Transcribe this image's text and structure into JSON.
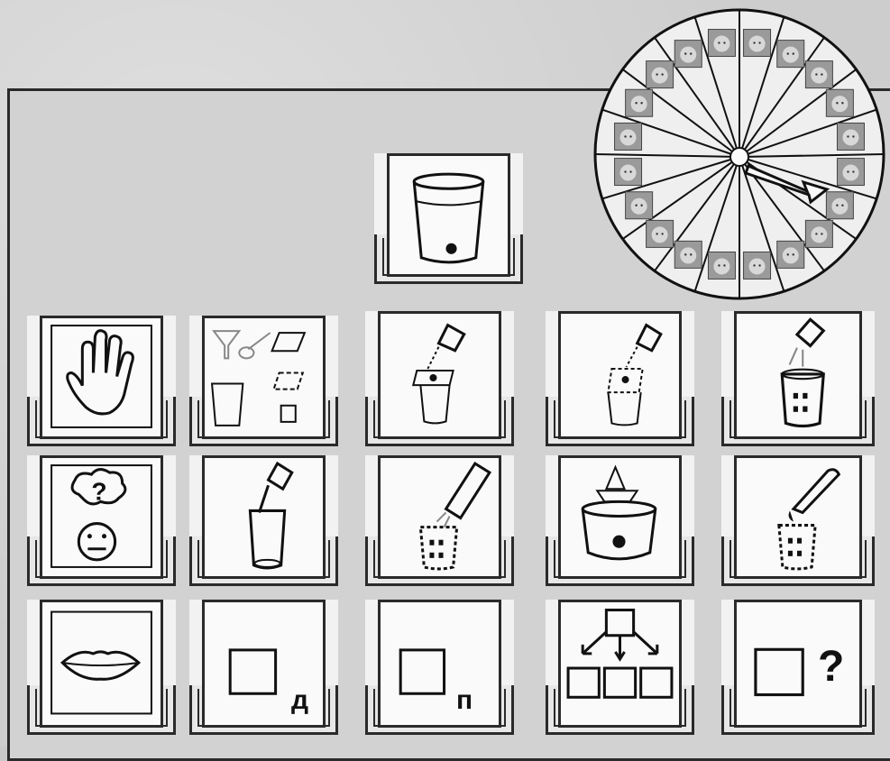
{
  "cards": {
    "row1": [
      "hand-icon",
      "tools-icon",
      "glass-packet-icon",
      "glass-packet-dotted-icon",
      "glass-drops-icon"
    ],
    "row2": [
      "think-face-icon",
      "pour-glass-icon",
      "pour-packet-icon",
      "boat-bowl-icon",
      "tube-glass-icon"
    ],
    "row3": [
      "lips-icon",
      "square-letter-d",
      "square-letter-p",
      "tree-squares-icon",
      "square-question-icon"
    ]
  },
  "labels": {
    "letter_d": "д",
    "letter_p": "п",
    "question": "?"
  },
  "wheel": {
    "segments": 20,
    "arrow_icon": "arrow-icon"
  }
}
